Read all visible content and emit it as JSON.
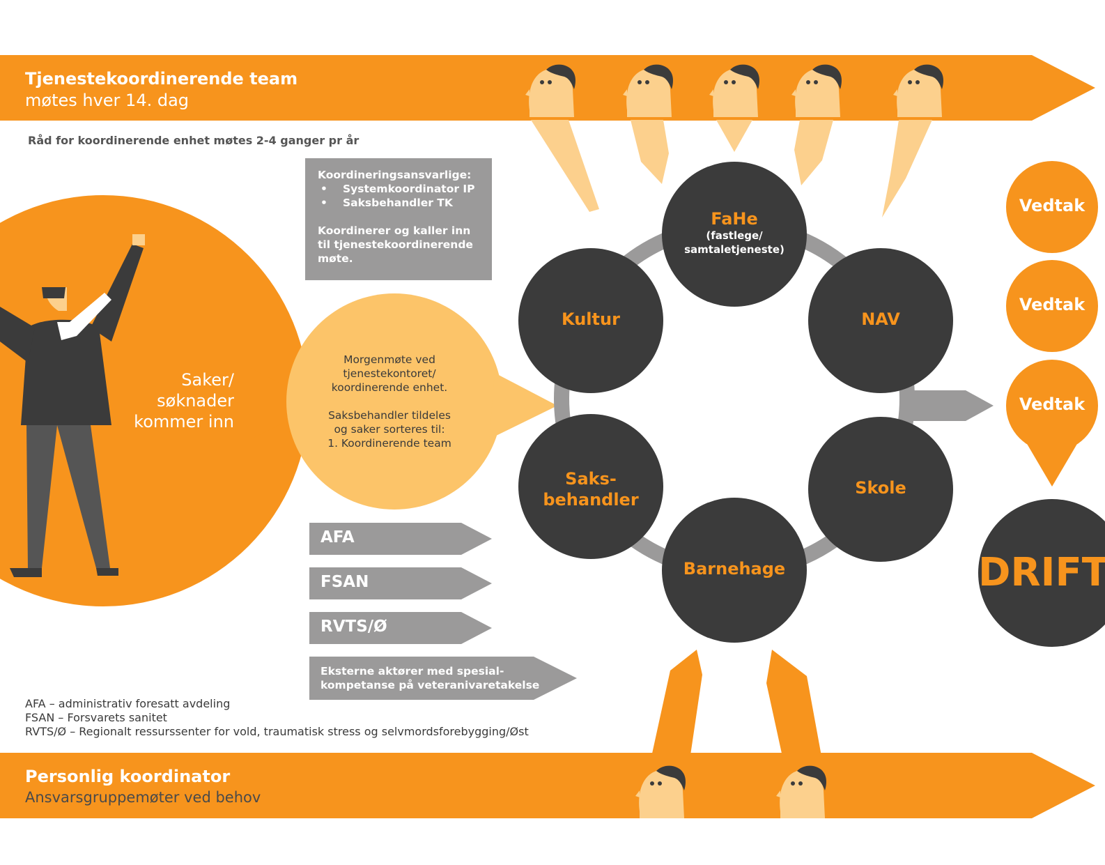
{
  "top_band": {
    "title": "Tjenestekoordinerende team",
    "subtitle": "møtes hver 14. dag"
  },
  "council_note": "Råd for koordinerende enhet møtes 2-4 ganger pr år",
  "coordination_box": {
    "heading": "Koordineringsansvarlige:",
    "items": [
      "Systemkoordinator IP",
      "Saksbehandler TK"
    ],
    "note": "Koordinerer og kaller inn til tjenestekoordinerende møte."
  },
  "intake": {
    "label": "Saker/ søknader kommer inn",
    "lines": [
      "Saker/",
      "søknader",
      "kommer inn"
    ]
  },
  "morning_meeting": {
    "lines_a": [
      "Morgenmøte ved",
      "tjenestekontoret/",
      "koordinerende enhet."
    ],
    "lines_b": [
      "Saksbehandler tildeles",
      "og saker sorteres til:",
      "1. Koordinerende team"
    ]
  },
  "ring": {
    "fahe": {
      "title": "FaHe",
      "sub_lines": [
        "(fastlege/",
        "samtaletjeneste)"
      ]
    },
    "kultur": "Kultur",
    "nav": "NAV",
    "saksbehandler_lines": [
      "Saks-",
      "behandler"
    ],
    "skole": "Skole",
    "barnehage": "Barnehage"
  },
  "vedtak": [
    "Vedtak",
    "Vedtak",
    "Vedtak"
  ],
  "drift": "DRIFT",
  "partner_arrows": [
    "AFA",
    "FSAN",
    "RVTS/Ø"
  ],
  "external_arrow_lines": [
    "Eksterne aktører med spesial-",
    "kompetanse på veteranivaretakelse"
  ],
  "legend": [
    "AFA – administrativ foresatt avdeling",
    "FSAN – Forsvarets sanitet",
    "RVTS/Ø – Regionalt ressurssenter for vold, traumatisk stress og selvmordsforebygging/Øst"
  ],
  "bottom_band": {
    "title": "Personlig koordinator",
    "subtitle": "Ansvarsgruppemøter ved behov"
  },
  "colors": {
    "orange": "#f7941d",
    "light_orange": "#fcc469",
    "dark": "#3b3b3b",
    "gray": "#9b9a9a",
    "skin": "#fcd08d"
  }
}
